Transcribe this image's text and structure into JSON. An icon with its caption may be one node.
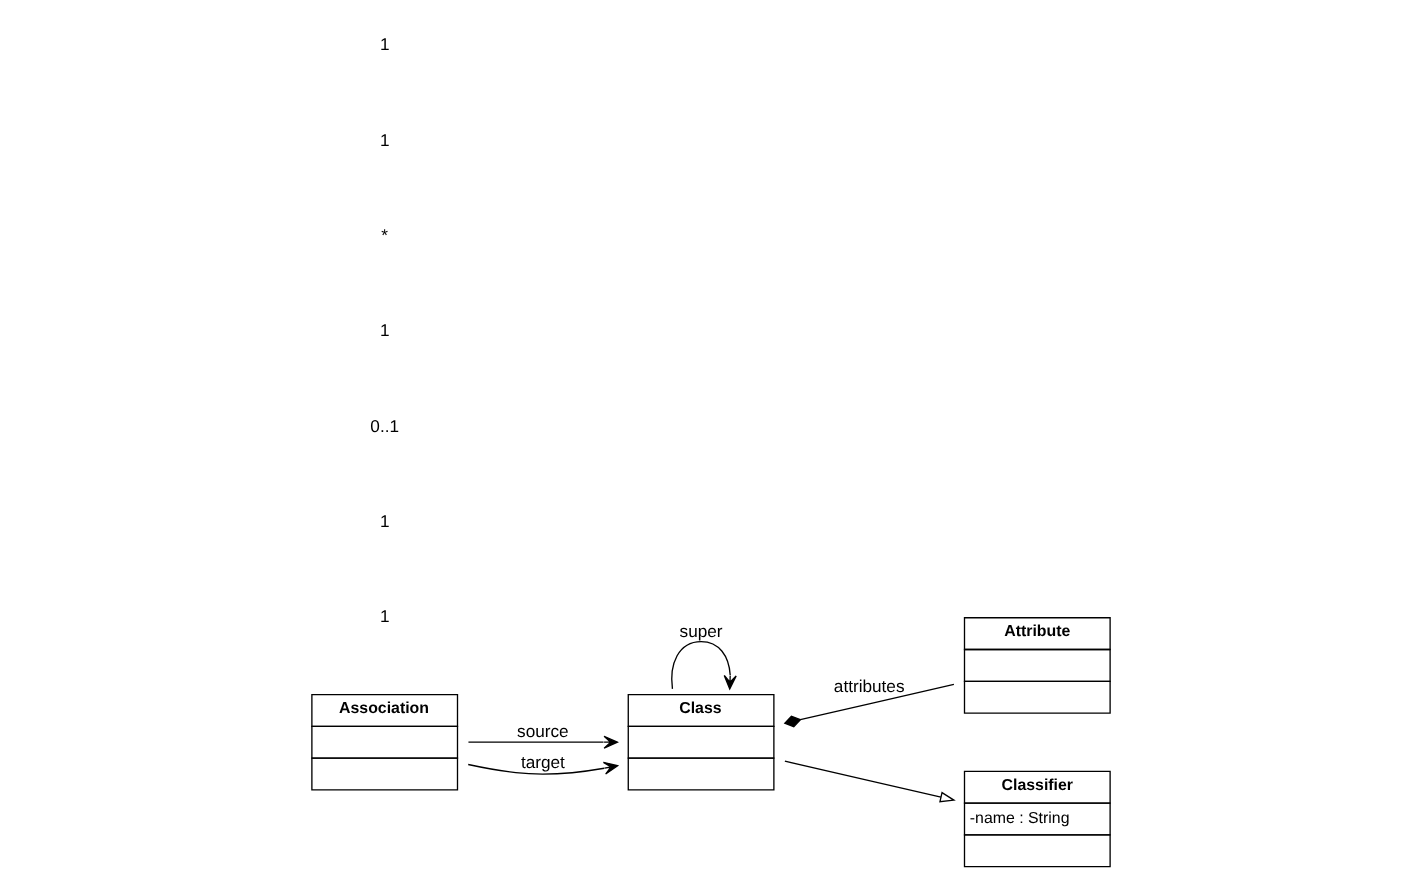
{
  "diagram": {
    "nodes": [
      {
        "text": [
          "Association"
        ]
      },
      {
        "text": [
          "Class"
        ]
      },
      {
        "text": [
          "Attribute"
        ]
      },
      {
        "text": [
          "Classifier",
          "-name : String"
        ]
      }
    ],
    "edges": [
      {
        "from": 0,
        "to": 1,
        "arrow": "to",
        "label": "source"
      },
      {
        "from": 1,
        "to": 1,
        "arrow": "to",
        "label": "super"
      },
      {
        "from": 1,
        "to": 2,
        "arrow": "other",
        "label": "attributes"
      },
      {
        "from": 0,
        "to": 1,
        "arrow": "to",
        "label": "target"
      },
      {
        "from": 1,
        "to": 3,
        "arrow": "to"
      }
    ],
    "labels": [
      "1",
      "1",
      "0..1",
      "1",
      "*",
      "1",
      "1"
    ]
  }
}
